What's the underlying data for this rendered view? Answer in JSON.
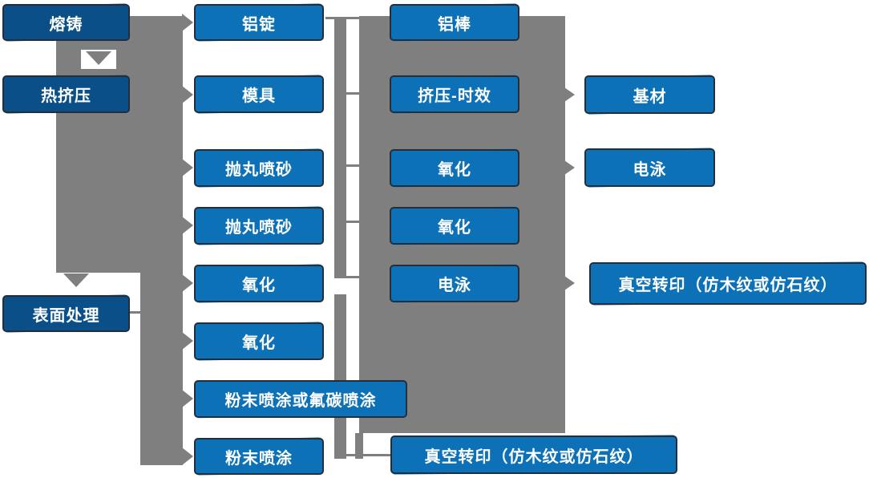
{
  "diagram": {
    "type": "flowchart",
    "description_visible_text_only": true,
    "columns": [
      {
        "name": "process-stages",
        "nodes": [
          {
            "label": "熔铸"
          },
          {
            "label": "热挤压"
          },
          {
            "label": "表面处理"
          }
        ]
      },
      {
        "name": "stage-outputs",
        "nodes": [
          {
            "label": "铝锭"
          },
          {
            "label": "模具"
          },
          {
            "label": "抛丸喷砂"
          },
          {
            "label": "抛丸喷砂"
          },
          {
            "label": "氧化"
          },
          {
            "label": "氧化"
          },
          {
            "label": "粉末喷涂或氟碳喷涂"
          },
          {
            "label": "粉末喷涂"
          }
        ]
      },
      {
        "name": "intermediate-steps",
        "nodes": [
          {
            "label": "铝棒"
          },
          {
            "label": "挤压-时效"
          },
          {
            "label": "氧化"
          },
          {
            "label": "氧化"
          },
          {
            "label": "电泳"
          },
          {
            "label": "真空转印（仿木纹或仿石纹）"
          }
        ]
      },
      {
        "name": "final-products",
        "nodes": [
          {
            "label": "基材"
          },
          {
            "label": "电泳"
          },
          {
            "label": "真空转印（仿木纹或仿石纹）"
          }
        ]
      }
    ],
    "colors": {
      "node_dark": "#0a4f87",
      "node_blue": "#0d71b8",
      "ghost_blue": "#2188d3",
      "ghost_dark": "#14639f",
      "node_border": "#232e3a",
      "connector": "#7f7f7f",
      "label_text": "#ffffff"
    }
  }
}
